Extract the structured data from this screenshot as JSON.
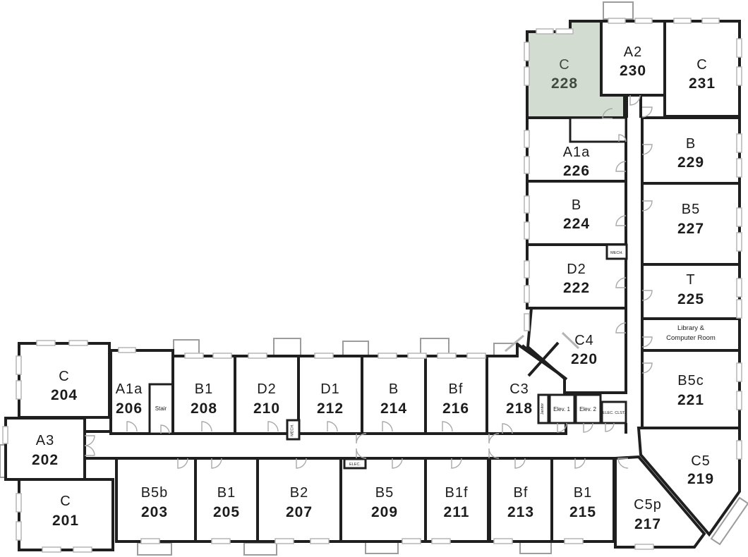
{
  "plan": {
    "kind": "apartment-floor-plan",
    "highlighted_room": "228"
  },
  "palette": {
    "wall": "#1f1f1f",
    "highlight_fill": "#d3dcd0",
    "highlight_text": "#3f4c3f",
    "text": "#1c1c1c",
    "door_gray": "#a9a9a9",
    "window_gray": "#b5b5b5"
  },
  "rooms": {
    "r201": {
      "type": "C",
      "number": "201"
    },
    "r202": {
      "type": "A3",
      "number": "202"
    },
    "r203": {
      "type": "B5b",
      "number": "203"
    },
    "r204": {
      "type": "C",
      "number": "204"
    },
    "r205": {
      "type": "B1",
      "number": "205"
    },
    "r206": {
      "type": "A1a",
      "number": "206"
    },
    "r207": {
      "type": "B2",
      "number": "207"
    },
    "r208": {
      "type": "B1",
      "number": "208"
    },
    "r209": {
      "type": "B5",
      "number": "209"
    },
    "r210": {
      "type": "D2",
      "number": "210"
    },
    "r211": {
      "type": "B1f",
      "number": "211"
    },
    "r212": {
      "type": "D1",
      "number": "212"
    },
    "r213": {
      "type": "Bf",
      "number": "213"
    },
    "r214": {
      "type": "B",
      "number": "214"
    },
    "r215": {
      "type": "B1",
      "number": "215"
    },
    "r216": {
      "type": "Bf",
      "number": "216"
    },
    "r217": {
      "type": "C5p",
      "number": "217"
    },
    "r218": {
      "type": "C3",
      "number": "218"
    },
    "r219": {
      "type": "C5",
      "number": "219"
    },
    "r220": {
      "type": "C4",
      "number": "220"
    },
    "r221": {
      "type": "B5c",
      "number": "221"
    },
    "r222": {
      "type": "D2",
      "number": "222"
    },
    "r224": {
      "type": "B",
      "number": "224"
    },
    "r225": {
      "type": "T",
      "number": "225"
    },
    "r226": {
      "type": "A1a",
      "number": "226"
    },
    "r227": {
      "type": "B5",
      "number": "227"
    },
    "r228": {
      "type": "C",
      "number": "228"
    },
    "r229": {
      "type": "B",
      "number": "229"
    },
    "r230": {
      "type": "A2",
      "number": "230"
    },
    "r231": {
      "type": "C",
      "number": "231"
    }
  },
  "amenities": {
    "library_line1": "Library &",
    "library_line2": "Computer Room"
  },
  "service_labels": {
    "stair_upper": "Stair",
    "stair_lower": "Stair",
    "mech_upper": "MECH.",
    "mech_lower": "MECH.",
    "elec": "ELEC.",
    "elec_clst": "ELEC. CLST.",
    "elev1": "Elev. 1",
    "elev2": "Elev. 2",
    "janitor": "Janitor"
  }
}
